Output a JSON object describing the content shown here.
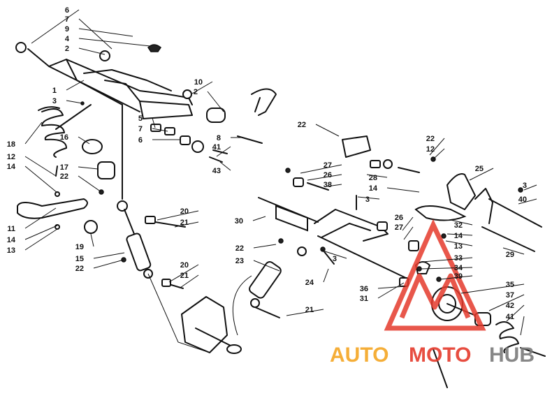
{
  "callouts": [
    "1",
    "2",
    "3",
    "4",
    "5",
    "6",
    "7",
    "8",
    "9",
    "10",
    "11",
    "12",
    "13",
    "14",
    "15",
    "16",
    "17",
    "18",
    "19",
    "20",
    "21",
    "22",
    "23",
    "24",
    "25",
    "26",
    "27",
    "28",
    "29",
    "30",
    "31",
    "32",
    "33",
    "34",
    "35",
    "36",
    "37",
    "38",
    "39",
    "40",
    "41",
    "42",
    "43"
  ],
  "watermark": {
    "part1": "AUTO",
    "part2": "MOTO",
    "part3": "HUB",
    "color_red": "#e53a2c",
    "color_orange": "#f5a623",
    "color_gray": "#7b7b7b"
  }
}
